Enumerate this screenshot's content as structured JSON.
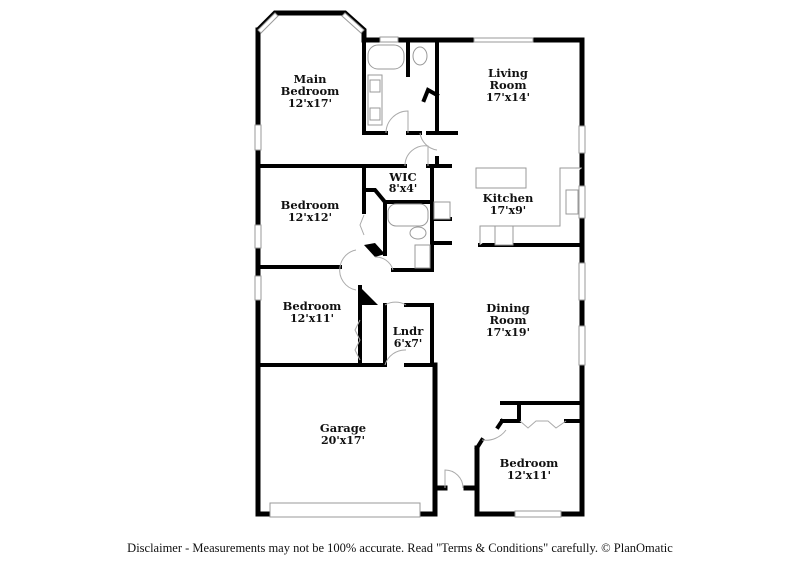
{
  "rooms": [
    {
      "id": "main-bedroom",
      "name_lines": [
        "Main",
        "Bedroom"
      ],
      "dims": "12'x17'"
    },
    {
      "id": "living-room",
      "name_lines": [
        "Living",
        "Room"
      ],
      "dims": "17'x14'"
    },
    {
      "id": "wic",
      "name_lines": [
        "WIC"
      ],
      "dims": "8'x4'"
    },
    {
      "id": "kitchen",
      "name_lines": [
        "Kitchen"
      ],
      "dims": "17'x9'"
    },
    {
      "id": "bedroom-2",
      "name_lines": [
        "Bedroom"
      ],
      "dims": "12'x12'"
    },
    {
      "id": "bedroom-3",
      "name_lines": [
        "Bedroom"
      ],
      "dims": "12'x11'"
    },
    {
      "id": "laundry",
      "name_lines": [
        "Lndr"
      ],
      "dims": "6'x7'"
    },
    {
      "id": "dining-room",
      "name_lines": [
        "Dining",
        "Room"
      ],
      "dims": "17'x19'"
    },
    {
      "id": "garage",
      "name_lines": [
        "Garage"
      ],
      "dims": "20'x17'"
    },
    {
      "id": "bedroom-4",
      "name_lines": [
        "Bedroom"
      ],
      "dims": "12'x11'"
    }
  ],
  "footer": {
    "disclaimer": "Disclaimer - Measurements may not be 100% accurate. Read \"Terms & Conditions\" carefully. © PlanOmatic"
  },
  "colors": {
    "wall": "#000000",
    "window": "#999999",
    "background": "#ffffff"
  }
}
